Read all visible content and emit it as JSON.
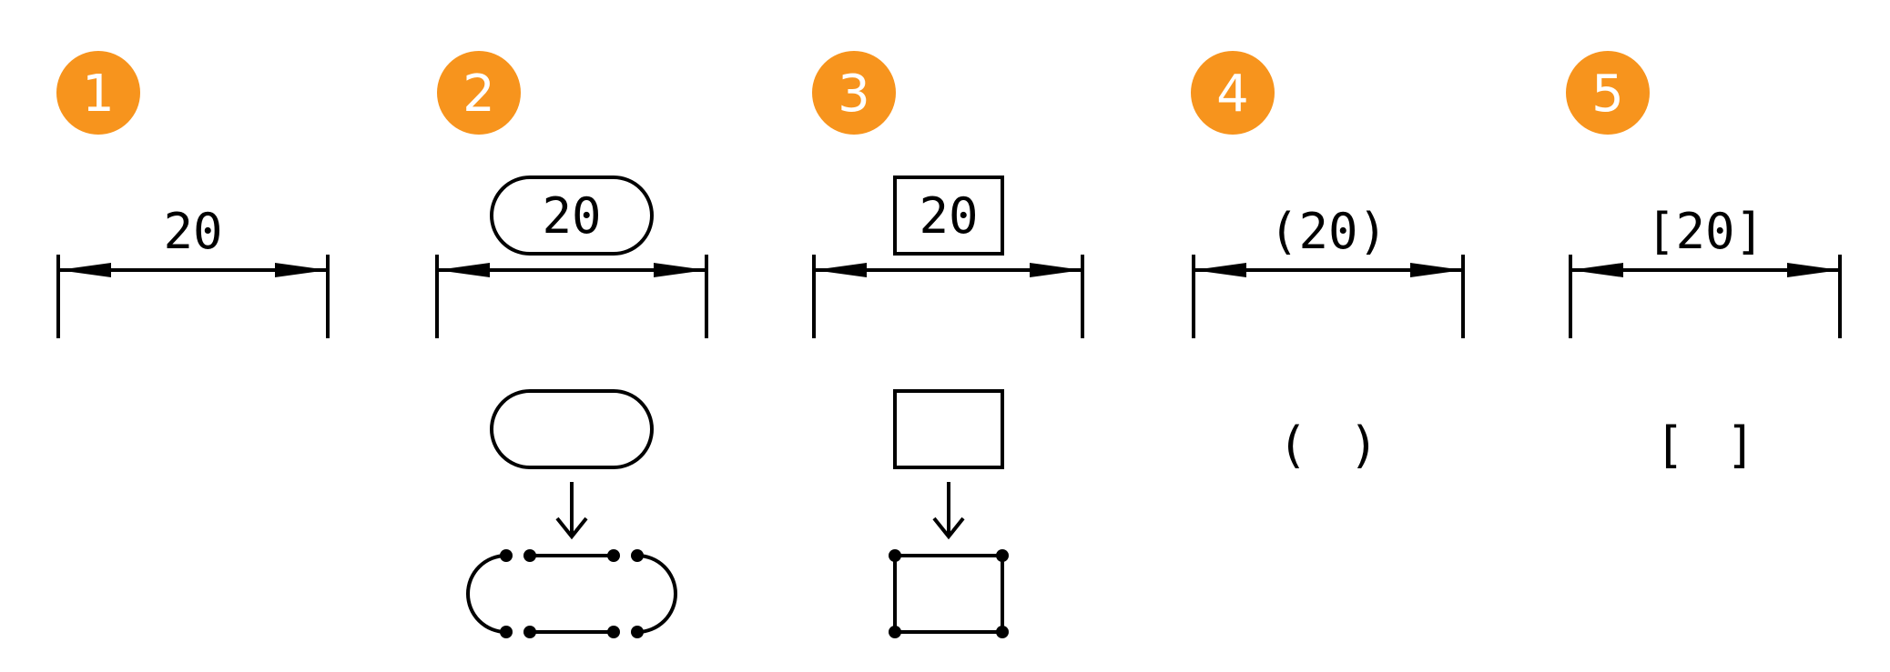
{
  "panels": [
    {
      "number": "1",
      "value": "20",
      "style": "plain"
    },
    {
      "number": "2",
      "value": "20",
      "style": "obround"
    },
    {
      "number": "3",
      "value": "20",
      "style": "rectangle"
    },
    {
      "number": "4",
      "value": "(20)",
      "style": "parentheses",
      "symbol_left": "(",
      "symbol_right": ")"
    },
    {
      "number": "5",
      "value": "[20]",
      "style": "brackets",
      "symbol_left": "[",
      "symbol_right": "]"
    }
  ],
  "colors": {
    "badge": "#F7941D",
    "badge_text": "#FFFFFF",
    "lines": "#000000"
  }
}
